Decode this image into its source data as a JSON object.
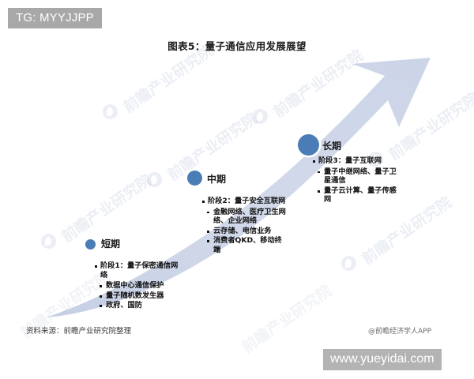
{
  "overlay": {
    "tg_tag": "TG: MYYJJPP",
    "site_tag": "www.yueyidai.com"
  },
  "chart": {
    "title": "图表5：量子通信应用发展展望",
    "accent_color": "#4a7cb5",
    "arrow_color": "#ccd3e6",
    "watermark_text": "前瞻产业研究院"
  },
  "milestones": [
    {
      "label": "短期",
      "stage": "阶段1：量子保密通信网络",
      "items": [
        "数据中心通信保护",
        "量子随机数发生器",
        "政府、国防"
      ]
    },
    {
      "label": "中期",
      "stage": "阶段2：量子安全互联网",
      "items": [
        "金融网络、医疗卫生网络、企业网络",
        "云存储、电信业务",
        "消费者QKD、移动终端"
      ]
    },
    {
      "label": "长期",
      "stage": "阶段3：量子互联网",
      "items": [
        "量子中继网络、量子卫星通信",
        "量子云计算、量子传感网"
      ]
    }
  ],
  "footer": {
    "source": "资料来源：前瞻产业研究院整理",
    "credit": "@前瞻经济学人APP"
  }
}
